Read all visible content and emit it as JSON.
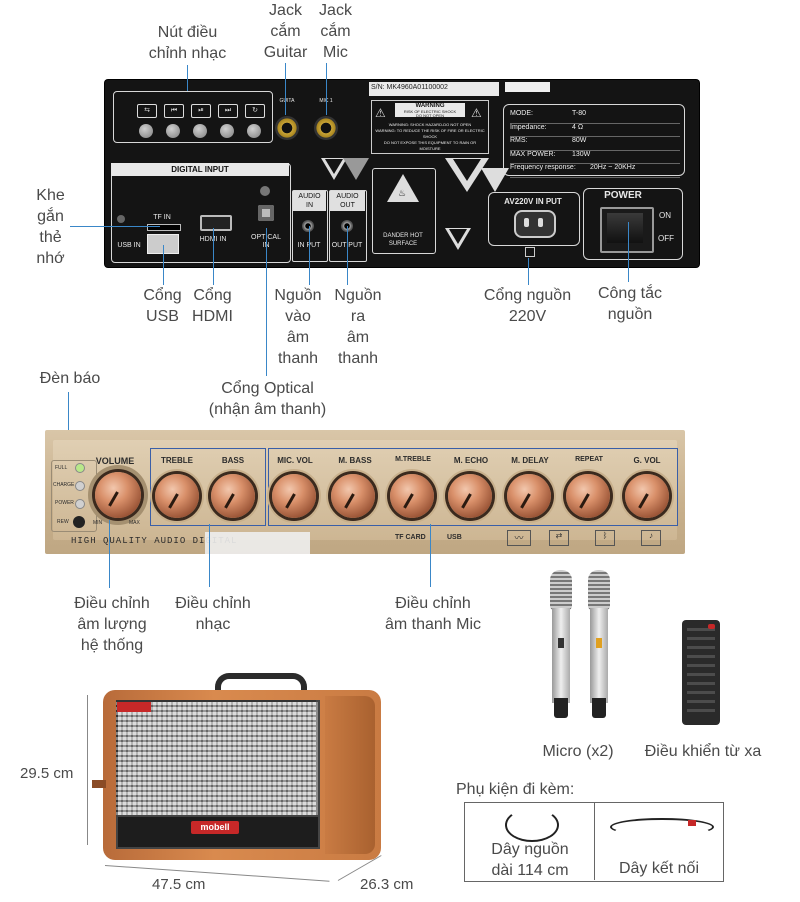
{
  "labels": {
    "music_buttons": "Nút điều\nchỉnh nhạc",
    "guitar_jack": "Jack\ncắm\nGuitar",
    "mic_jack": "Jack\ncắm\nMic",
    "sd_slot": "Khe\ngắn\nthẻ\nnhớ",
    "usb_port": "Cổng\nUSB",
    "hdmi_port": "Cổng\nHDMI",
    "audio_in": "Nguồn\nvào\nâm\nthanh",
    "audio_out": "Nguồn\nra\nâm\nthanh",
    "power_port": "Cổng nguồn\n220V",
    "power_switch": "Công  tắc\nnguồn",
    "optical_port": "Cổng Optical\n(nhận âm thanh)",
    "indicator": "Đèn báo",
    "system_volume": "Điều chỉnh\nâm lượng\nhệ thống",
    "music_adjust": "Điều chỉnh\nnhạc",
    "mic_adjust": "Điều chỉnh\nâm thanh Mic",
    "microphones": "Micro (x2)",
    "remote": "Điều khiển từ xa",
    "accessories": "Phụ kiện đi kèm:",
    "power_cable": "Dây nguồn\ndài 114 cm",
    "connect_cable": "Dây kết nối"
  },
  "dimensions": {
    "height": "29.5 cm",
    "width": "47.5 cm",
    "depth": "26.3 cm"
  },
  "back_panel": {
    "serial": "S/N: MK4960A01100002",
    "digital_input": "DIGITAL INPUT",
    "tf_in": "TF IN",
    "usb_in": "USB IN",
    "hdmi_in": "HDMI IN",
    "optical_in": "OPTICAL\nIN",
    "audio_in": "AUDIO\nIN",
    "in_put": "IN PUT",
    "audio_out": "AUDIO\nOUT",
    "out_put": "OUT PUT",
    "guita": "GUITA",
    "mic1": "MIC 1",
    "warning_title": "WARNING",
    "warning_sub": "RISK OF ELECTRIC SHOCK\nDO NOT OPEN",
    "warning_text": "WARNING: SHOCK HAZARD-DO NOT OPEN\nWARNING: TO REDUCE THE RISK OF FIRE OR ELECTRIC SHOCK\nDO NOT EXPOSE THIS EQUIPMENT TO RAIN OR MOISTURE",
    "dander": "DANDER HOT\nSURFACE",
    "ac_in": "AV220V IN PUT",
    "power": "POWER",
    "on": "ON",
    "off": "OFF",
    "specs": [
      {
        "k": "MODE:",
        "v": "T-80"
      },
      {
        "k": "Impedance:",
        "v": "4 Ω"
      },
      {
        "k": "RMS:",
        "v": "80W"
      },
      {
        "k": "MAX POWER:",
        "v": "130W"
      },
      {
        "k": "Frequency response:",
        "v": "20Hz ~ 20KHz"
      }
    ]
  },
  "control_panel": {
    "volume": "VOLUME",
    "knobs": [
      "TREBLE",
      "BASS",
      "MIC. VOL",
      "M. BASS",
      "M.TREBLE",
      "M. ECHO",
      "M. DELAY",
      "REPEAT",
      "G. VOL"
    ],
    "min": "MIN",
    "max": "MAX",
    "leds": [
      "FULL",
      "CHARGE",
      "POWER",
      "REW"
    ],
    "footer": "HIGH QUALITY AUDIO DIGITAL",
    "tf_card": "TF CARD",
    "usb": "USB"
  },
  "speaker": {
    "brand": "mobell"
  }
}
